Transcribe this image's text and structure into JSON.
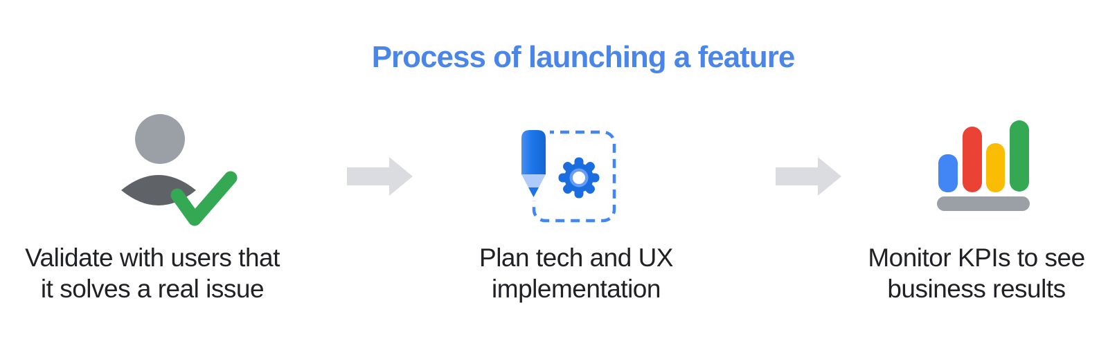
{
  "title": {
    "text": "Process of launching a feature"
  },
  "steps": [
    {
      "name": "validate",
      "icon": "user-check-icon",
      "caption_lines": [
        "Validate with users that",
        "it solves a real issue"
      ]
    },
    {
      "name": "plan",
      "icon": "pencil-gear-icon",
      "caption_lines": [
        "Plan tech and UX",
        "implementation"
      ]
    },
    {
      "name": "monitor",
      "icon": "bar-chart-icon",
      "caption_lines": [
        "Monitor KPIs to see",
        "business results"
      ]
    }
  ],
  "arrows": [
    {
      "icon": "arrow-right-icon"
    },
    {
      "icon": "arrow-right-icon"
    }
  ],
  "colors": {
    "title_blue": "#4a86e8",
    "text_dark": "#202124",
    "icon_blue": "#1a73e8",
    "icon_blue_light": "#aecbfa",
    "gear_ring_blue": "#669df6",
    "dashed_border_blue": "#4285f4",
    "check_green": "#34a853",
    "person_head_gray": "#9aa0a6",
    "person_body_gray": "#5f6368",
    "arrow_gray": "#dadce0",
    "bar_blue": "#4285f4",
    "bar_red": "#ea4335",
    "bar_yellow": "#fbbc04",
    "bar_green": "#34a853",
    "bar_base_gray": "#9aa0a6",
    "background": "#ffffff"
  }
}
